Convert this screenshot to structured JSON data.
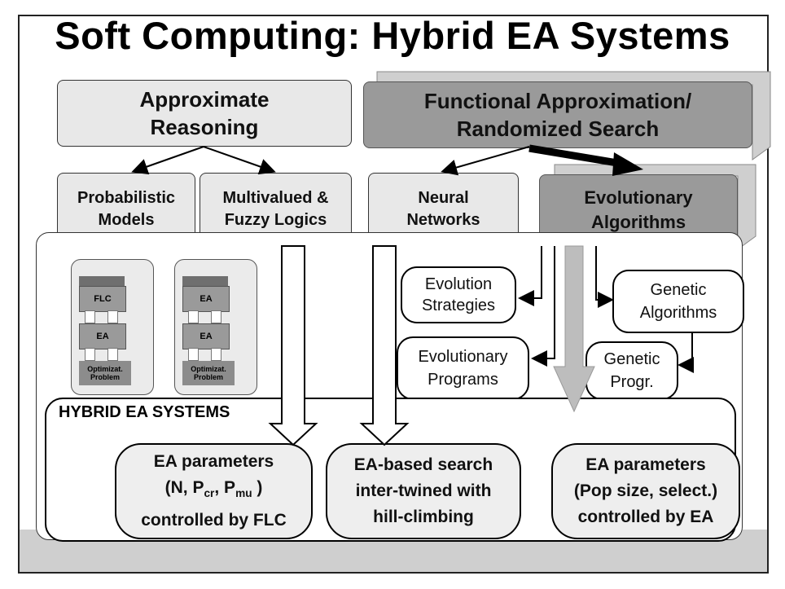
{
  "title": "Soft Computing: Hybrid EA Systems",
  "top_left_box": {
    "line1": "Approximate",
    "line2": "Reasoning"
  },
  "top_right_box": {
    "line1": "Functional Approximation/",
    "line2": "Randomized Search"
  },
  "second_row": {
    "probabilistic": {
      "line1": "Probabilistic",
      "line2": "Models"
    },
    "multivalued": {
      "line1": "Multivalued &",
      "line2": "Fuzzy Logics"
    },
    "neural": {
      "line1": "Neural",
      "line2": "Networks"
    },
    "evolutionary": {
      "line1": "Evolutionary",
      "line2": "Algorithms"
    }
  },
  "stack_left": {
    "top": "FLC",
    "middle": "EA",
    "bottom_line1": "Optimizat.",
    "bottom_line2": "Problem"
  },
  "stack_right": {
    "top": "EA",
    "middle": "EA",
    "bottom_line1": "Optimizat.",
    "bottom_line2": "Problem"
  },
  "ea_types": {
    "evolution_strategies": {
      "line1": "Evolution",
      "line2": "Strategies"
    },
    "genetic_algorithms": {
      "line1": "Genetic",
      "line2": "Algorithms"
    },
    "evolutionary_programs": {
      "line1": "Evolutionary",
      "line2": "Programs"
    },
    "genetic_programming": {
      "line1": "Genetic",
      "line2": "Progr."
    }
  },
  "hybrid_label": "HYBRID  EA SYSTEMS",
  "hybrid_boxes": {
    "flc": {
      "line1": "EA parameters",
      "line2_prefix": "(N, P",
      "sub1": "cr",
      "mid": ", P",
      "sub2": "mu",
      "line2_suffix": " )",
      "line3": "controlled by FLC"
    },
    "hill": {
      "line1": "EA-based search",
      "line2": "inter-twined with",
      "line3": "hill-climbing"
    },
    "ea": {
      "line1": "EA  parameters",
      "line2": "(Pop size, select.)",
      "line3": "controlled by EA"
    }
  }
}
